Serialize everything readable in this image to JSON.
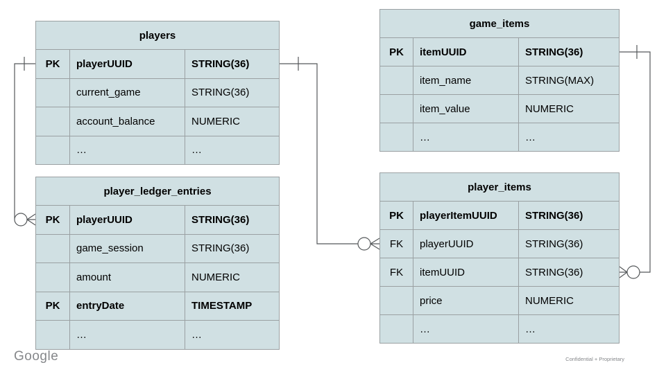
{
  "slide": {
    "logo_text": "Google",
    "footer_note": "Confidential + Proprietary"
  },
  "colors": {
    "table_fill": "#d0e0e3",
    "table_border": "#9aa0a2",
    "connector": "#55585a",
    "text": "#000000",
    "footer_text": "#85878a"
  },
  "tables": [
    {
      "id": "players",
      "title": "players",
      "rows": [
        {
          "key": "PK",
          "field": "playerUUID",
          "type": "STRING(36)"
        },
        {
          "key": "",
          "field": "current_game",
          "type": "STRING(36)"
        },
        {
          "key": "",
          "field": "account_balance",
          "type": "NUMERIC"
        },
        {
          "key": "",
          "field": "…",
          "type": "…"
        }
      ]
    },
    {
      "id": "game_items",
      "title": "game_items",
      "rows": [
        {
          "key": "PK",
          "field": "itemUUID",
          "type": "STRING(36)"
        },
        {
          "key": "",
          "field": "item_name",
          "type": "STRING(MAX)"
        },
        {
          "key": "",
          "field": "item_value",
          "type": "NUMERIC"
        },
        {
          "key": "",
          "field": "…",
          "type": "…"
        }
      ]
    },
    {
      "id": "player_ledger_entries",
      "title": "player_ledger_entries",
      "rows": [
        {
          "key": "PK",
          "field": "playerUUID",
          "type": "STRING(36)"
        },
        {
          "key": "",
          "field": "game_session",
          "type": "STRING(36)"
        },
        {
          "key": "",
          "field": "amount",
          "type": "NUMERIC"
        },
        {
          "key": "PK",
          "field": "entryDate",
          "type": "TIMESTAMP"
        },
        {
          "key": "",
          "field": "…",
          "type": "…"
        }
      ]
    },
    {
      "id": "player_items",
      "title": "player_items",
      "rows": [
        {
          "key": "PK",
          "field": "playerItemUUID",
          "type": "STRING(36)"
        },
        {
          "key": "FK",
          "field": "playerUUID",
          "type": "STRING(36)"
        },
        {
          "key": "FK",
          "field": "itemUUID",
          "type": "STRING(36)"
        },
        {
          "key": "",
          "field": "price",
          "type": "NUMERIC"
        },
        {
          "key": "",
          "field": "…",
          "type": "…"
        }
      ]
    }
  ],
  "relationships": [
    {
      "from_table": "players",
      "from_field": "playerUUID",
      "to_table": "player_ledger_entries",
      "to_field": "playerUUID",
      "from_cardinality": "one",
      "to_cardinality": "zero-or-many"
    },
    {
      "from_table": "players",
      "from_field": "playerUUID",
      "to_table": "player_items",
      "to_field": "playerUUID",
      "from_cardinality": "one",
      "to_cardinality": "zero-or-many"
    },
    {
      "from_table": "game_items",
      "from_field": "itemUUID",
      "to_table": "player_items",
      "to_field": "itemUUID",
      "from_cardinality": "one",
      "to_cardinality": "zero-or-many"
    }
  ]
}
